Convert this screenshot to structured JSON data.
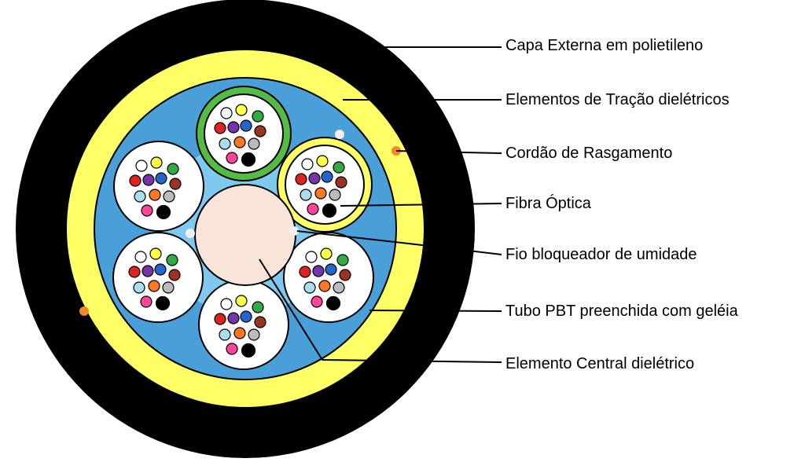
{
  "labels": [
    "Capa Externa em polietileno",
    "Elementos de Tração dielétricos",
    "Cordão de Rasgamento",
    "Fibra Óptica",
    "Fio bloqueador de umidade",
    "Tubo PBT preenchida com geléia",
    "Elemento Central dielétrico"
  ],
  "colors": {
    "jacket": "#000000",
    "strength_layer": "#ffff66",
    "core_fill": "#4a9fd8",
    "core_inner": "#7fc8f0",
    "central_element": "#f8e4d8",
    "tube_fill": "#ffffff",
    "tube_special_1": "#55bb44",
    "tube_special_2": "#ffff66",
    "ripcord": "#f08a30",
    "water_blocking_yarn": "#f0f0f0"
  },
  "fiber_colors": [
    "#ffffff",
    "#ffff44",
    "#33aa44",
    "#dd2222",
    "#7733aa",
    "#2266cc",
    "#993322",
    "#aaddee",
    "#ff7722",
    "#bbbbbb",
    "#ff4499",
    "#000000"
  ]
}
